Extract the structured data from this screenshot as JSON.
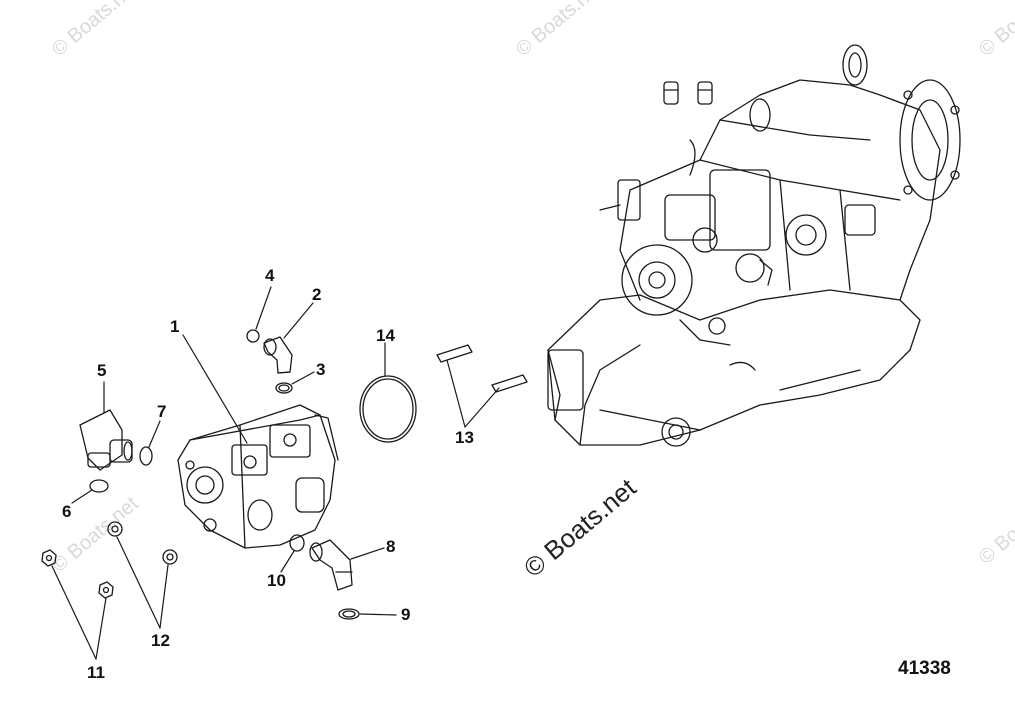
{
  "watermark": "© Boats.net",
  "figure_number": "41338",
  "callouts": [
    {
      "id": "c1",
      "label": "1"
    },
    {
      "id": "c2",
      "label": "2"
    },
    {
      "id": "c3",
      "label": "3"
    },
    {
      "id": "c4",
      "label": "4"
    },
    {
      "id": "c5",
      "label": "5"
    },
    {
      "id": "c6",
      "label": "6"
    },
    {
      "id": "c7",
      "label": "7"
    },
    {
      "id": "c8",
      "label": "8"
    },
    {
      "id": "c9",
      "label": "9"
    },
    {
      "id": "c10",
      "label": "10"
    },
    {
      "id": "c11",
      "label": "11"
    },
    {
      "id": "c12",
      "label": "12"
    },
    {
      "id": "c13",
      "label": "13"
    },
    {
      "id": "c14",
      "label": "14"
    }
  ]
}
